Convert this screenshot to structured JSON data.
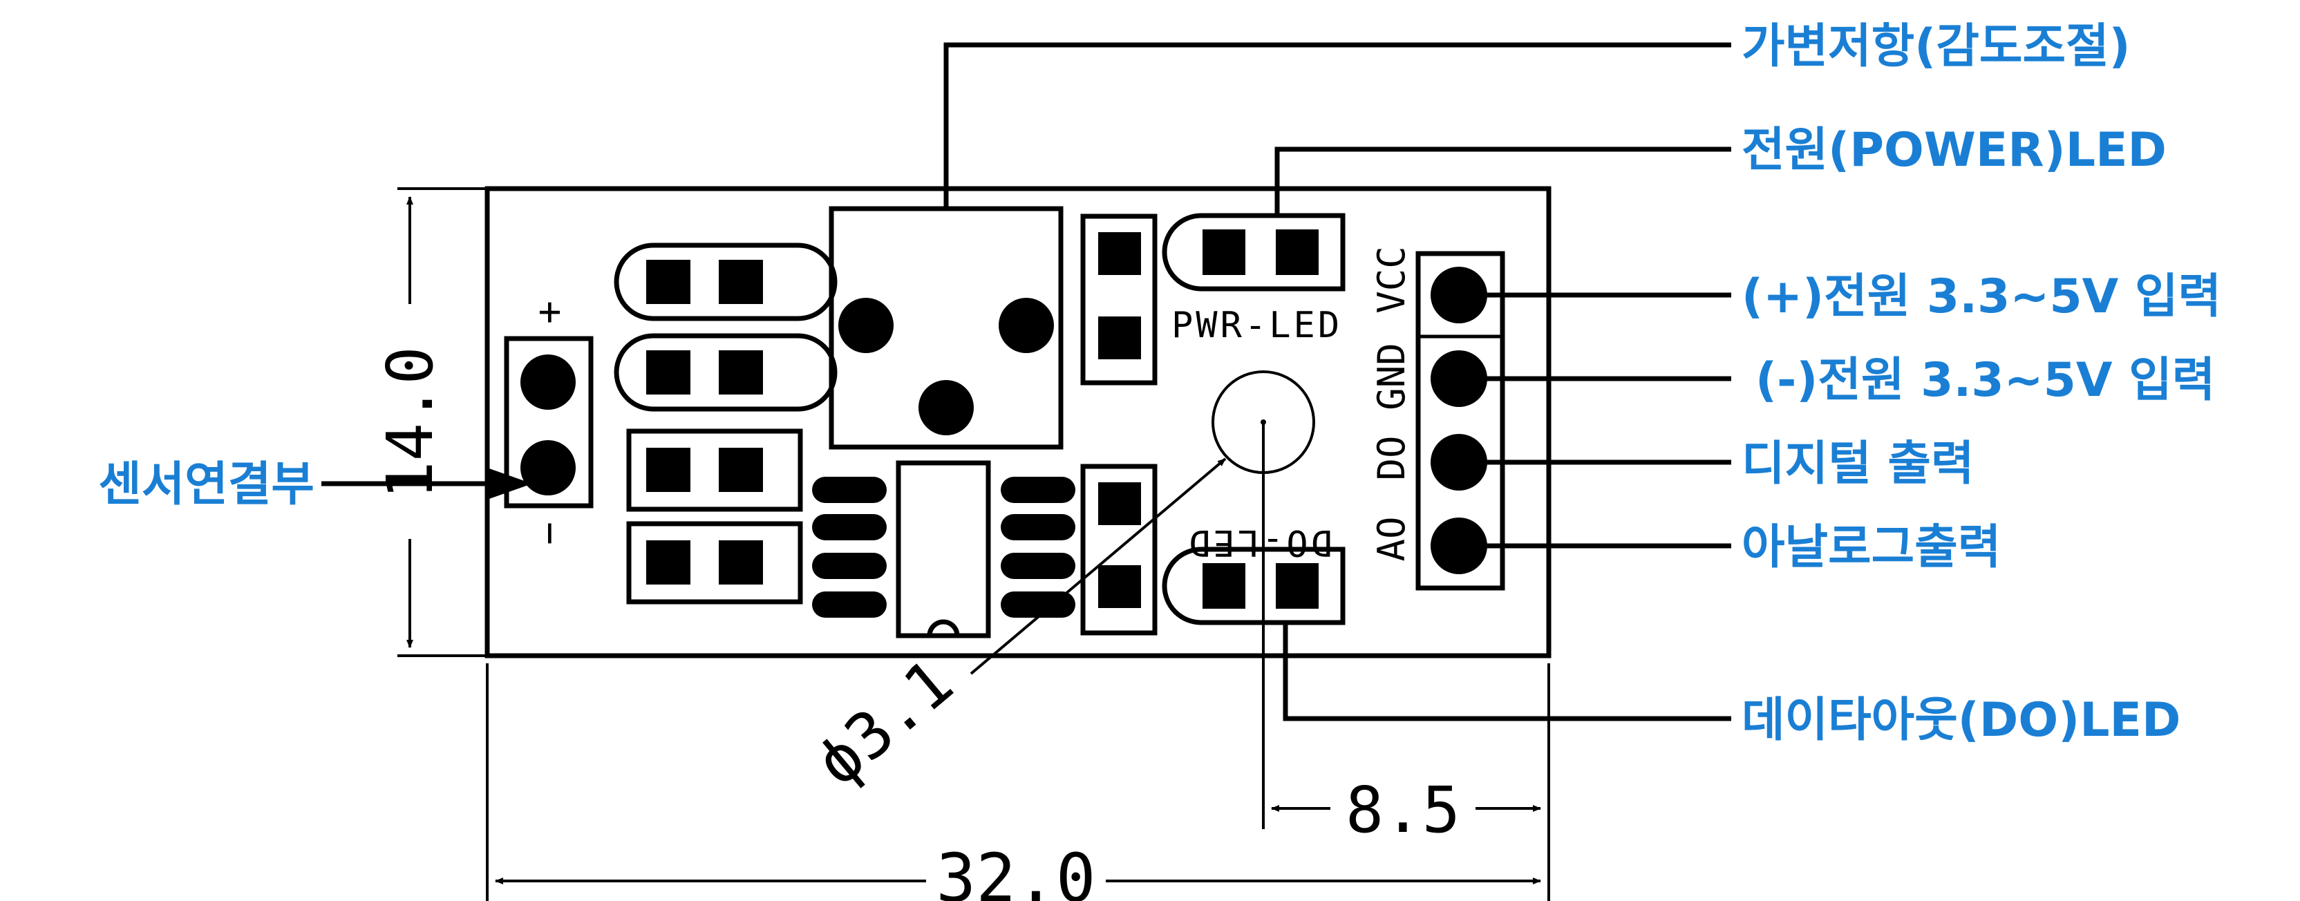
{
  "colors": {
    "line": "#000000",
    "callout_text": "#1a7fd4",
    "background": "#ffffff"
  },
  "dimensions": {
    "width": "32.0",
    "height": "14.0",
    "pin_offset": "8.5",
    "hole_diameter": "ϕ3.1"
  },
  "silkscreen": {
    "pwr_led": "PWR-LED",
    "do_led": "DO-LED",
    "plus": "+",
    "minus": "−",
    "pins": [
      "VCC",
      "GND",
      "DO",
      "AO"
    ]
  },
  "callouts": {
    "potentiometer": "가변저항(감도조절)",
    "power_led": "전원(POWER)LED",
    "vcc": "(+)전원 3.3~5V 입력",
    "gnd": "(-)전원 3.3~5V 입력",
    "digital_out": "디지털 출력",
    "analog_out": "아날로그출력",
    "do_led": "데이타아웃(DO)LED",
    "sensor_connector": "센서연결부"
  }
}
